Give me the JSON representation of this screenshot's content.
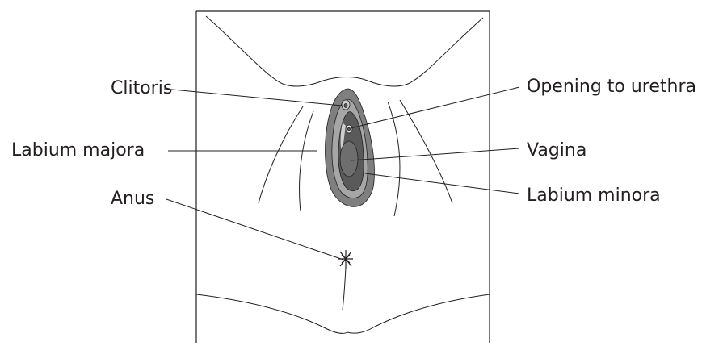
{
  "diagram": {
    "labels": {
      "clitoris": "Clitoris",
      "labium_majora": "Labium majora",
      "anus": "Anus",
      "urethra_opening": "Opening to urethra",
      "vagina": "Vagina",
      "labium_minora": "Labium minora"
    },
    "colors": {
      "outline": "#231f20",
      "outer_fill": "#7f7f7f",
      "mid_fill": "#a6a6a6",
      "inner_fill": "#5a5a5a",
      "light_fill": "#cfcfcf",
      "opening_fill": "#6e6e6e"
    }
  }
}
